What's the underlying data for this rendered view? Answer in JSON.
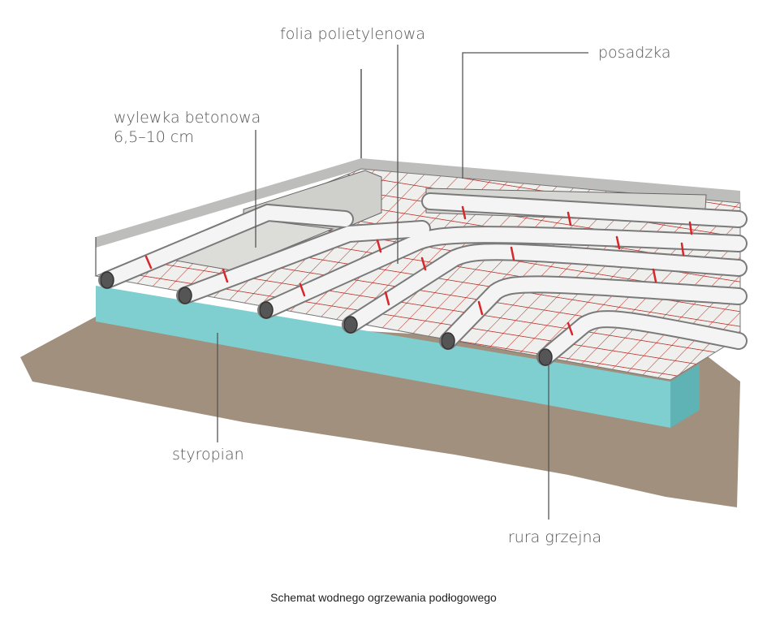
{
  "labels": {
    "foil": "folia polietylenowa",
    "floor": "posadzka",
    "screed_line1": "wylewka betonowa",
    "screed_line2": "6,5–10 cm",
    "insulation": "styropian",
    "pipe": "rura grzejna"
  },
  "caption": "Schemat wodnego ogrzewania podłogowego",
  "colors": {
    "soil": "#8f7d66",
    "insulation": "#7fcfd0",
    "mesh": "#c0392b",
    "pipe": "#f2f2f2",
    "screed": "#d8d8d6"
  }
}
